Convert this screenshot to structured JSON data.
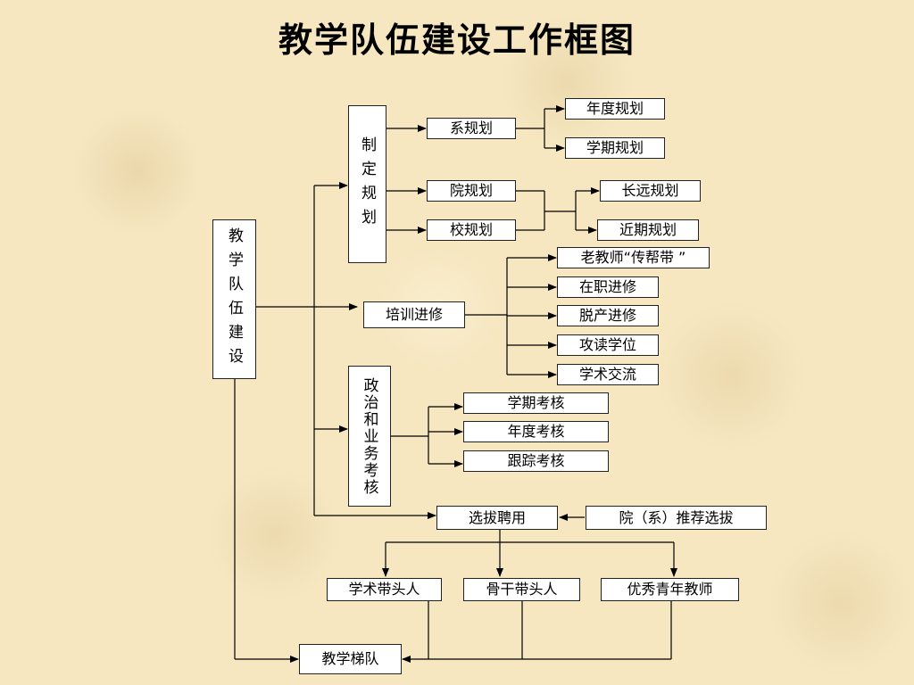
{
  "title": "教学队伍建设工作框图",
  "nodes": {
    "root": "教学队伍建设",
    "planning": "制定规划",
    "dept_plan": "系规划",
    "annual_plan": "年度规划",
    "semester_plan": "学期规划",
    "college_plan": "院规划",
    "school_plan": "校规划",
    "long_term_plan": "长远规划",
    "short_term_plan": "近期规划",
    "training": "培训进修",
    "mentoring": "老教师“传帮带 ”",
    "in_service": "在职进修",
    "full_time": "脱产进修",
    "degree": "攻读学位",
    "academic_exchange": "学术交流",
    "assessment": "政治和业务考核",
    "semester_assess": "学期考核",
    "annual_assess": "年度考核",
    "tracking_assess": "跟踪考核",
    "selection": "选拔聘用",
    "recommend": "院（系）推荐选拔",
    "academic_leader": "学术带头人",
    "backbone_leader": "骨干带头人",
    "young_teacher": "优秀青年教师",
    "echelon": "教学梯队"
  }
}
